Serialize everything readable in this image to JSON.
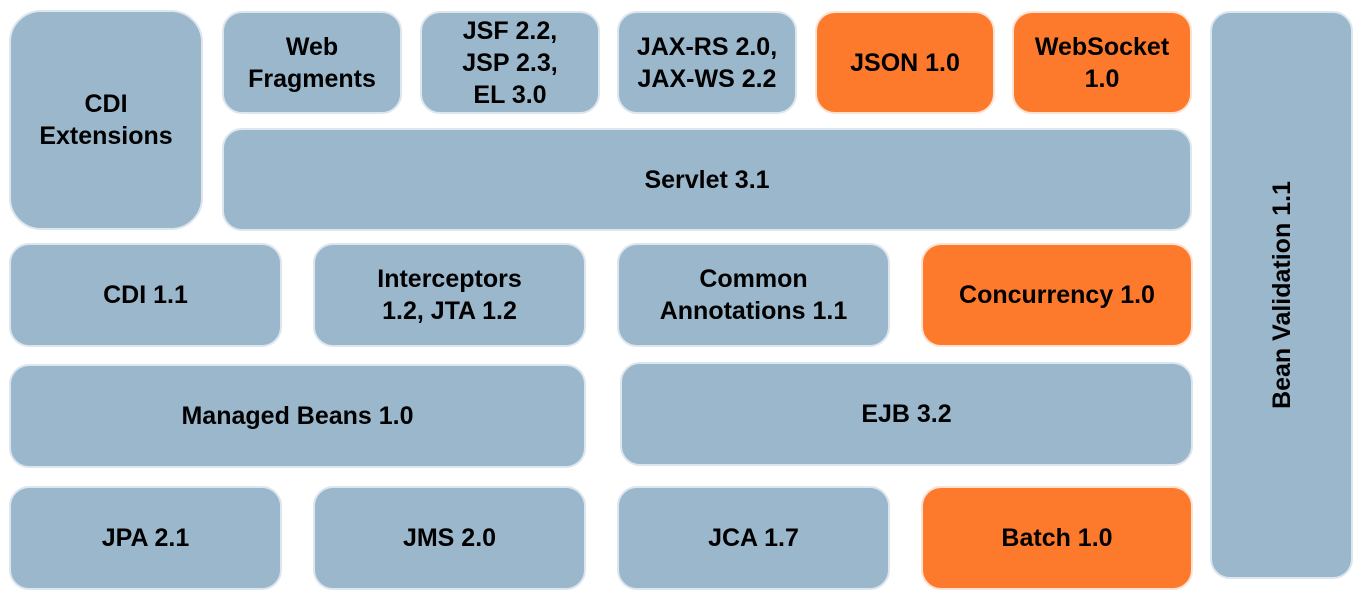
{
  "colors": {
    "existing_spec": "#9ab7cc",
    "new_spec": "#fd7a2d",
    "text": "#000000"
  },
  "boxes": {
    "cdi_extensions": "CDI\nExtensions",
    "web_fragments": "Web\nFragments",
    "jsf_jsp_el": "JSF 2.2,\nJSP 2.3,\nEL 3.0",
    "jaxrs_jaxws": "JAX-RS 2.0,\nJAX-WS 2.2",
    "json": "JSON 1.0",
    "websocket": "WebSocket\n1.0",
    "servlet": "Servlet 3.1",
    "bean_validation": "Bean Validation 1.1",
    "cdi": "CDI 1.1",
    "interceptors_jta": "Interceptors\n1.2, JTA 1.2",
    "common_annotations": "Common\nAnnotations 1.1",
    "concurrency": "Concurrency 1.0",
    "managed_beans": "Managed Beans 1.0",
    "ejb": "EJB 3.2",
    "jpa": "JPA 2.1",
    "jms": "JMS 2.0",
    "jca": "JCA 1.7",
    "batch": "Batch 1.0"
  }
}
